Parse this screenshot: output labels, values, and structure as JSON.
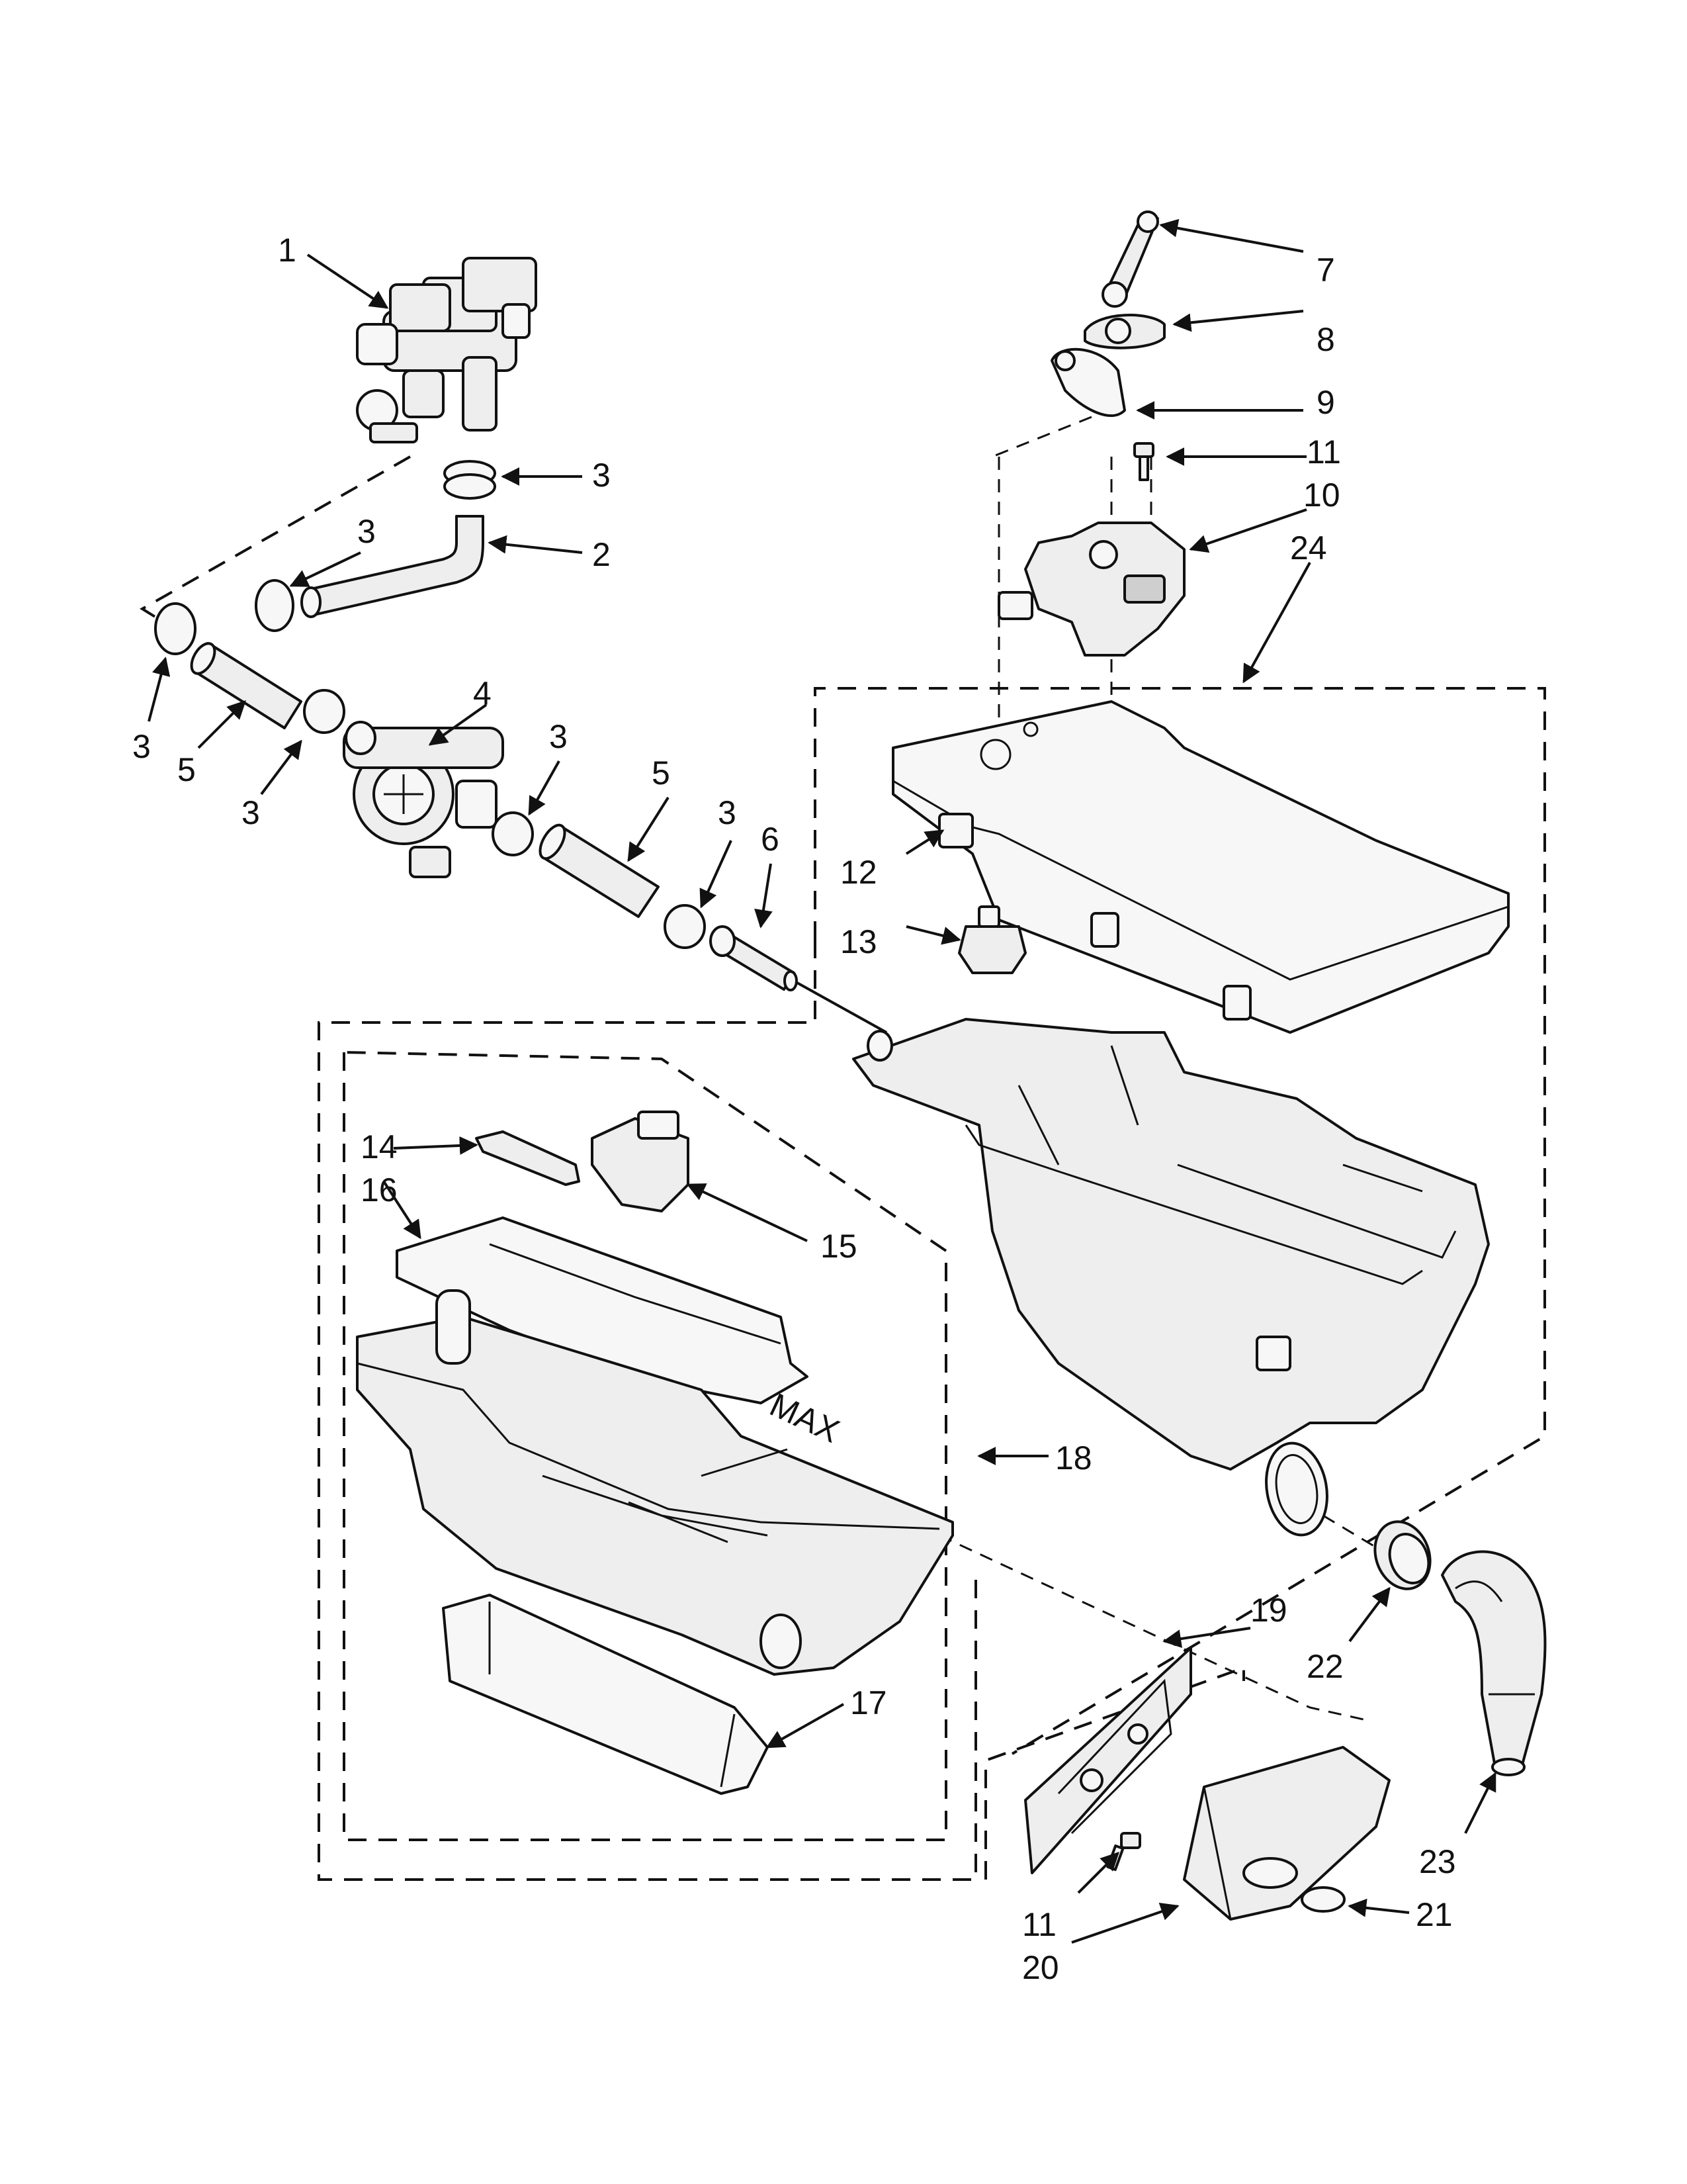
{
  "callouts": [
    {
      "id": "c1",
      "text": "1"
    },
    {
      "id": "c2",
      "text": "2"
    },
    {
      "id": "c3a",
      "text": "3"
    },
    {
      "id": "c3b",
      "text": "3"
    },
    {
      "id": "c3c",
      "text": "3"
    },
    {
      "id": "c3d",
      "text": "3"
    },
    {
      "id": "c3e",
      "text": "3"
    },
    {
      "id": "c3f",
      "text": "3"
    },
    {
      "id": "c4",
      "text": "4"
    },
    {
      "id": "c5a",
      "text": "5"
    },
    {
      "id": "c5b",
      "text": "5"
    },
    {
      "id": "c6",
      "text": "6"
    },
    {
      "id": "c7",
      "text": "7"
    },
    {
      "id": "c8",
      "text": "8"
    },
    {
      "id": "c9",
      "text": "9"
    },
    {
      "id": "c10",
      "text": "10"
    },
    {
      "id": "c11a",
      "text": "11"
    },
    {
      "id": "c11b",
      "text": "11"
    },
    {
      "id": "c12",
      "text": "12"
    },
    {
      "id": "c13",
      "text": "13"
    },
    {
      "id": "c14",
      "text": "14"
    },
    {
      "id": "c15",
      "text": "15"
    },
    {
      "id": "c16",
      "text": "16"
    },
    {
      "id": "c17",
      "text": "17"
    },
    {
      "id": "c18",
      "text": "18"
    },
    {
      "id": "c19",
      "text": "19"
    },
    {
      "id": "c20",
      "text": "20"
    },
    {
      "id": "c21",
      "text": "21"
    },
    {
      "id": "c22",
      "text": "22"
    },
    {
      "id": "c23",
      "text": "23"
    },
    {
      "id": "c24",
      "text": "24"
    }
  ],
  "labels": {
    "drawer_max": "MAX"
  }
}
